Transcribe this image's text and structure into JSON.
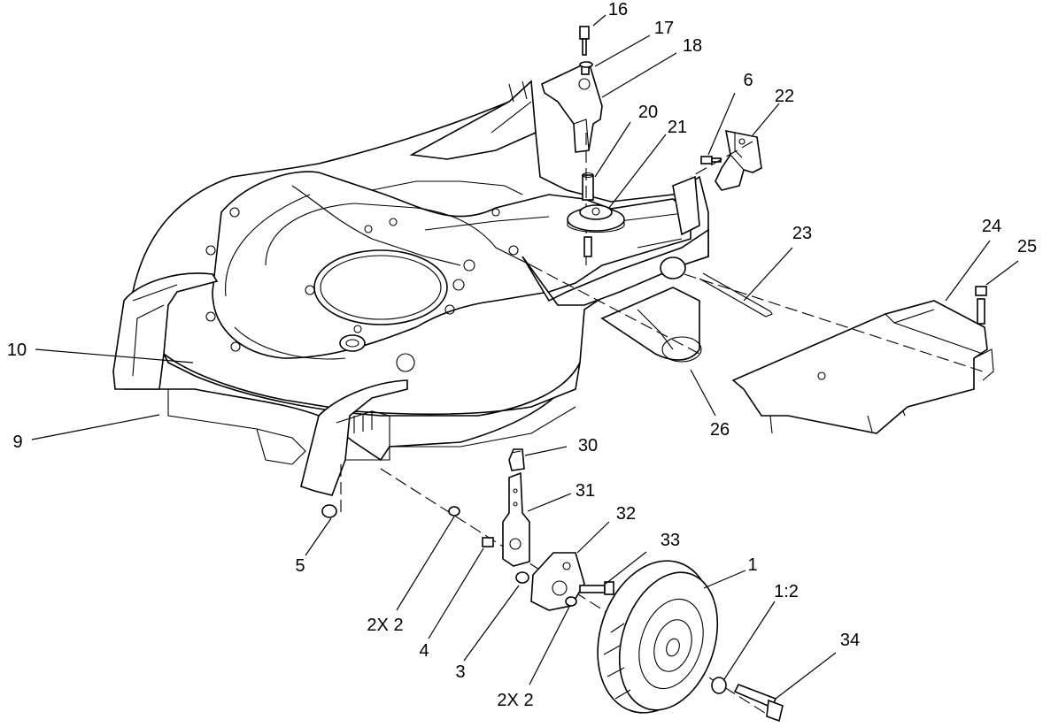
{
  "callouts": [
    "16",
    "17",
    "18",
    "20",
    "21",
    "6",
    "22",
    "23",
    "24",
    "25",
    "10",
    "9",
    "26",
    "30",
    "31",
    "32",
    "33",
    "1",
    "1:2",
    "5",
    "2X 2",
    "4",
    "3",
    "2X 2",
    "34"
  ],
  "parts": [
    "deck-housing",
    "bumper",
    "rear-door-bracket",
    "spacer",
    "pulley",
    "rear-mount-bracket",
    "rod",
    "belt-cover",
    "discharge-chute",
    "height-adjuster-knob",
    "wheel-bracket",
    "wheel-mount",
    "wheel"
  ],
  "colors": {
    "line": "#000000",
    "background": "#ffffff"
  }
}
